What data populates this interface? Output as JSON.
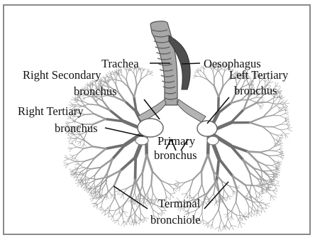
{
  "labels": {
    "trachea": "Trachea",
    "oesophagus": "Oesophagus",
    "right_secondary_1": "Right Secondary",
    "right_secondary_2": "bronchus",
    "left_tertiary_1": "Left Tertiary",
    "left_tertiary_2": "bronchus",
    "right_tertiary_1": "Right Tertiary",
    "right_tertiary_2": "bronchus",
    "primary_1": "Primary",
    "primary_2": "bronchus",
    "terminal_1": "Terminal",
    "terminal_2": "bronchiole"
  },
  "colors": {
    "tree": "#9a9a9a",
    "tree_dark": "#6f6f6f",
    "trachea": "#a8a8a8",
    "trachea_dark": "#555555",
    "ink": "#111111",
    "frame": "#8a8a8a"
  }
}
